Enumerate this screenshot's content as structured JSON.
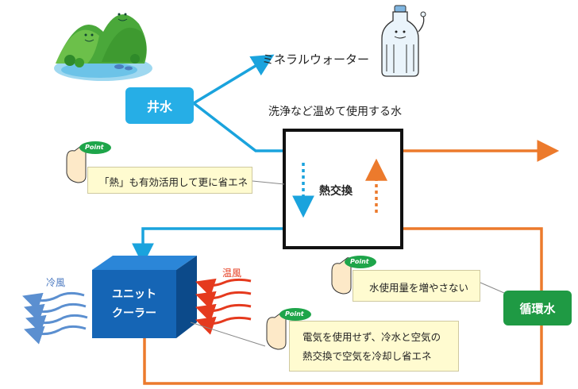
{
  "nodes": {
    "well_water": "井水",
    "mineral_water": "ミネラルウォーター",
    "wash_water": "洗浄など温めて使用する水",
    "heat_exchange": "熱交換",
    "circulating_water": "循環水",
    "unit_cooler_line1": "ユニット",
    "unit_cooler_line2": "クーラー",
    "cold_air": "冷風",
    "warm_air": "温風"
  },
  "notes": {
    "point_badge": "Point",
    "note1": "「熱」も有効活用して更に省エネ",
    "note2": "水使用量を増やさない",
    "note3_line1": "電気を使用せず、冷水と空気の",
    "note3_line2": "熱交換で空気を冷却し省エネ"
  },
  "colors": {
    "blue_flow": "#1aa3dd",
    "orange_flow": "#ec7a2c",
    "red_flow": "#e53a1e",
    "cold_wave": "#5b8fd0",
    "well_box": "#26aee6",
    "circ_box": "#1f9a44",
    "cooler_front": "#1565b5",
    "cooler_top": "#2b86d8",
    "cooler_side": "#0c4a8a",
    "note_bg": "#fffbd0"
  }
}
